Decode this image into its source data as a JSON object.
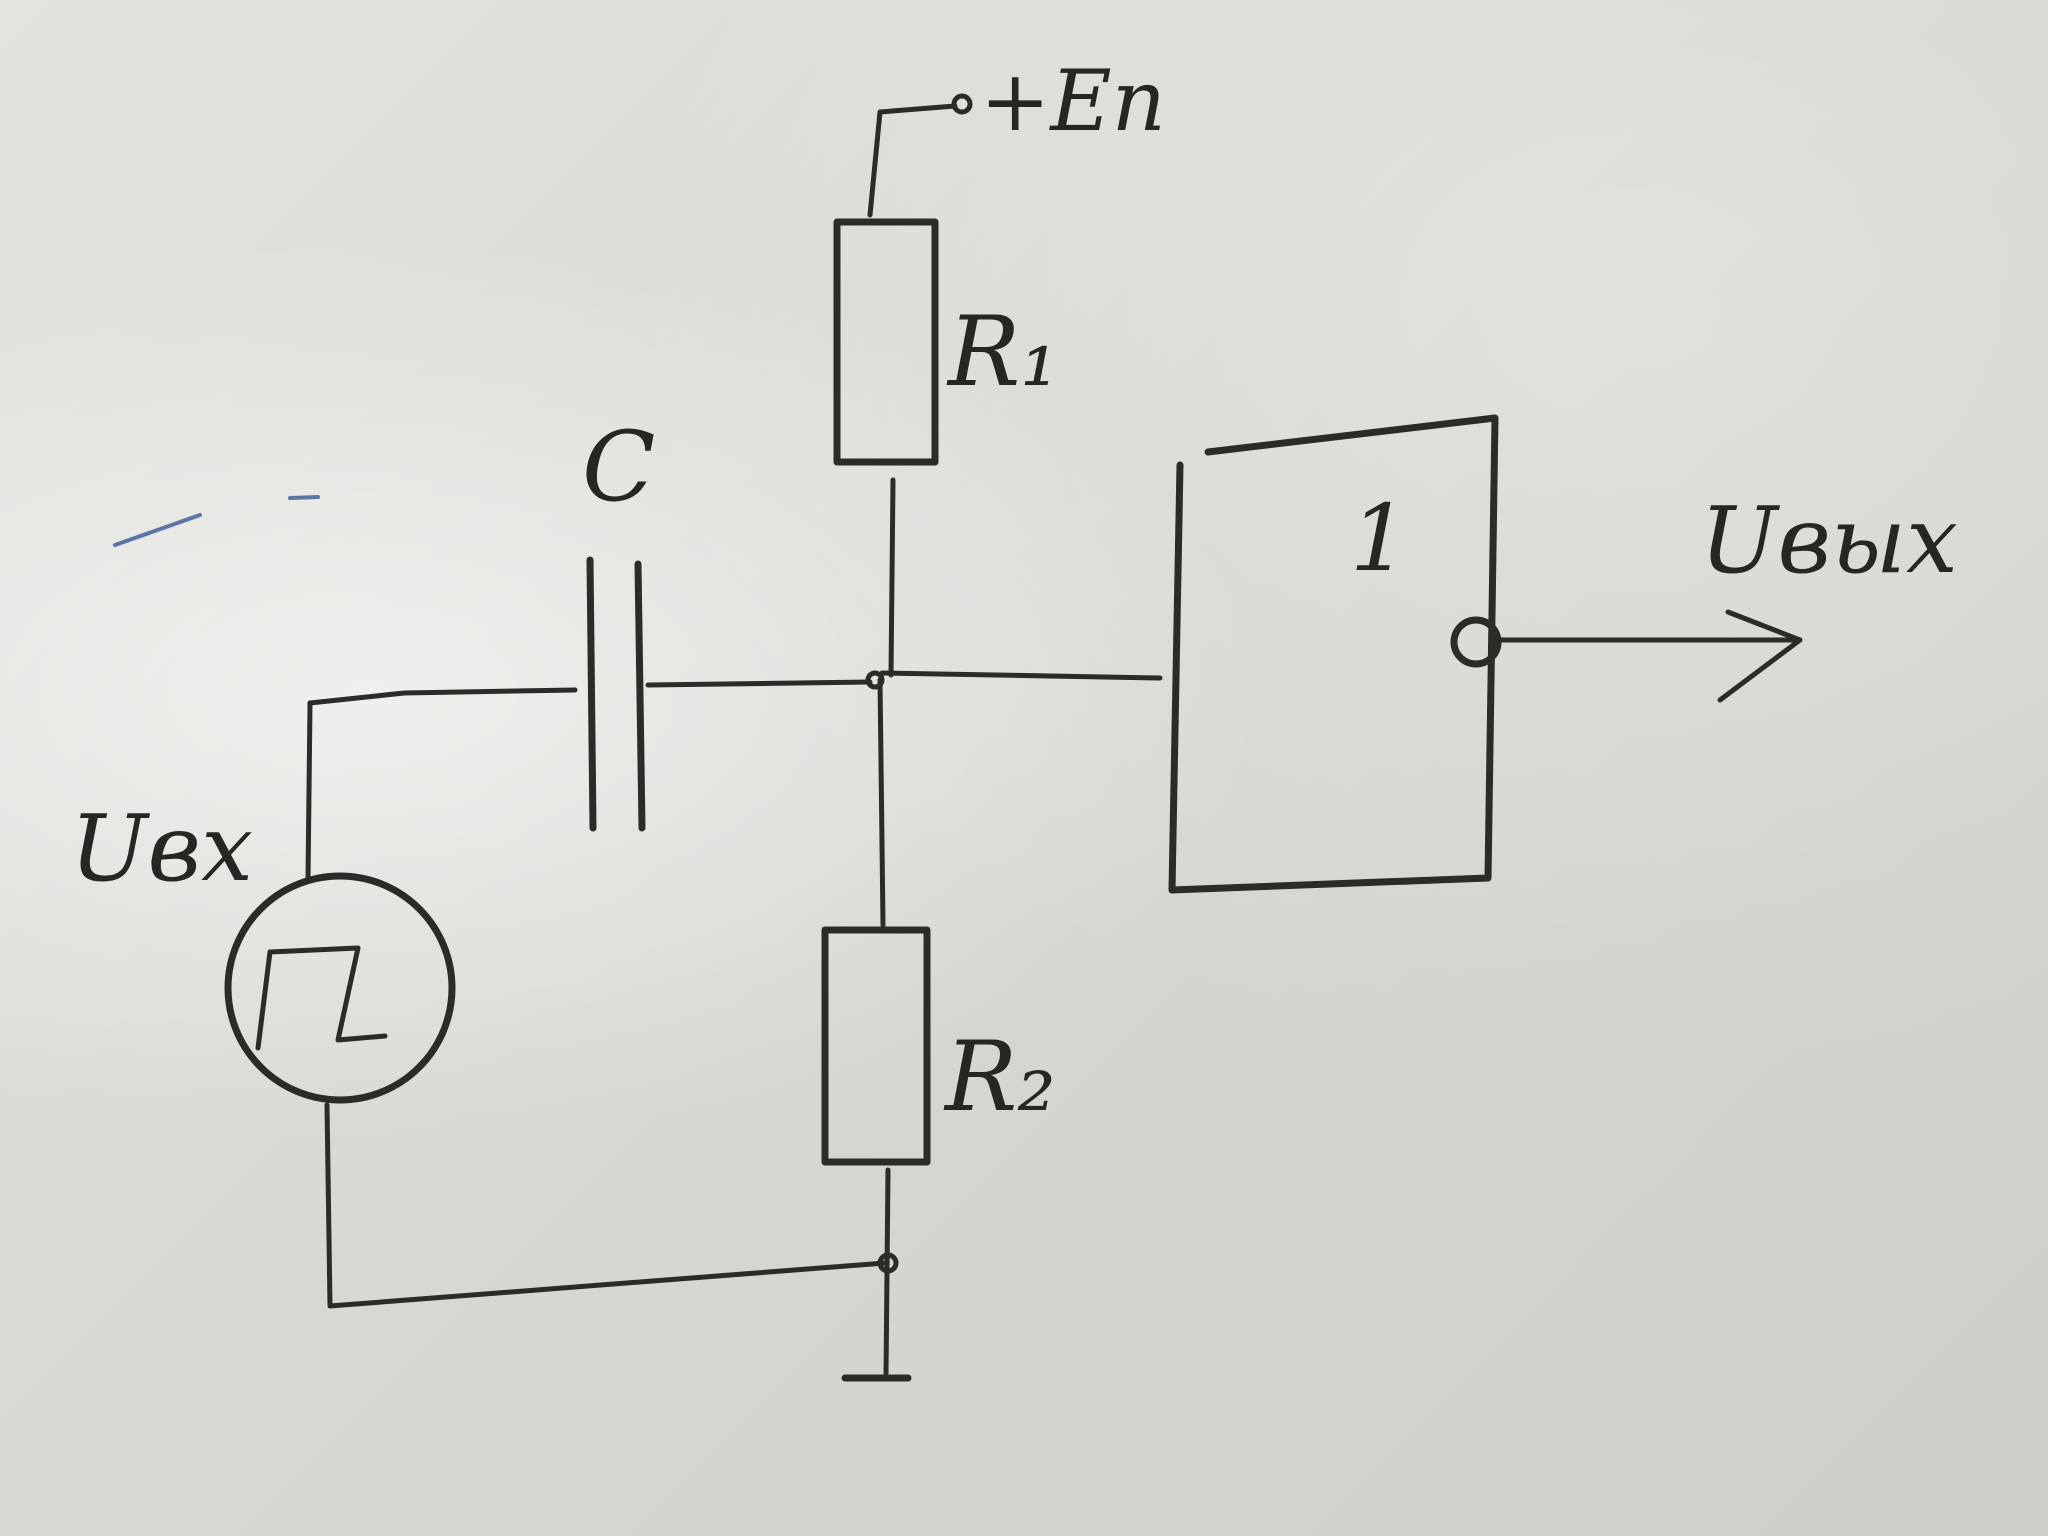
{
  "labels": {
    "supply": "+Eп",
    "r1": "R₁",
    "r2": "R₂",
    "capacitor": "C",
    "gate": "1",
    "input": "Uвх",
    "output": "Uвых"
  },
  "colors": {
    "marker": "#2b2b28",
    "board": "#dcdcd8",
    "smudge": "#2f4f8f"
  }
}
